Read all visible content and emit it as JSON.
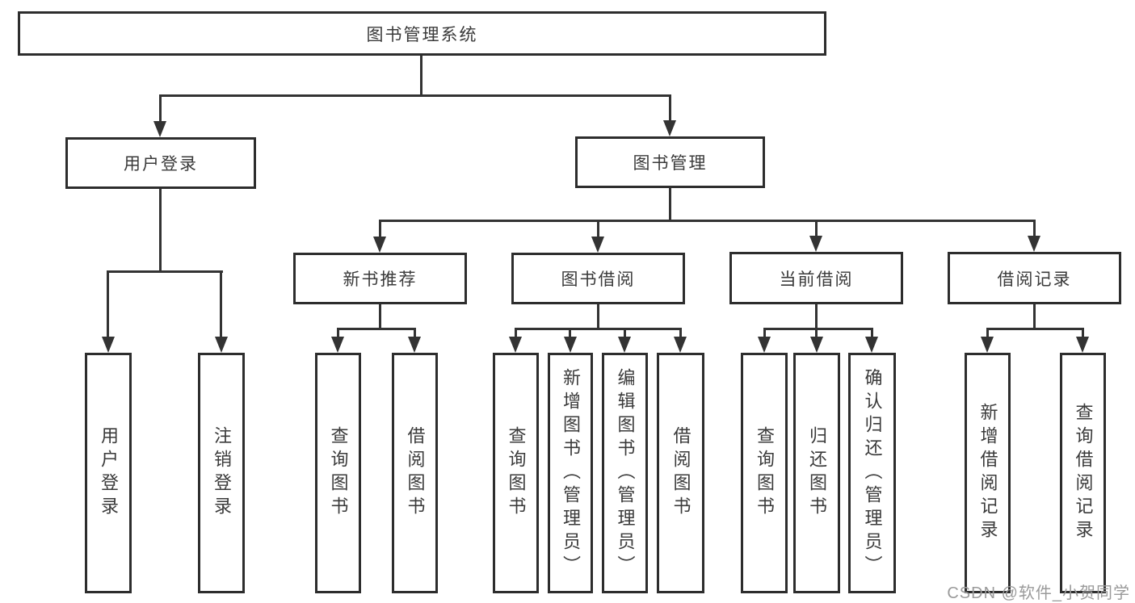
{
  "diagram": {
    "title": "图书管理系统",
    "level2": {
      "user_login": {
        "label": "用户登录",
        "children": {
          "login": "用户登录",
          "logout": "注销登录"
        }
      },
      "book_management": {
        "label": "图书管理"
      }
    },
    "level3": {
      "new_book": {
        "label": "新书推荐",
        "children": {
          "query": "查询图书",
          "borrow": "借阅图书"
        }
      },
      "book_borrow": {
        "label": "图书借阅",
        "children": {
          "query": "查询图书",
          "add": "新增图书（管理员）",
          "edit": "编辑图书（管理员）",
          "borrow": "借阅图书"
        }
      },
      "current_borrow": {
        "label": "当前借阅",
        "children": {
          "query": "查询图书",
          "return": "归还图书",
          "confirm": "确认归还（管理员）"
        }
      },
      "borrow_record": {
        "label": "借阅记录",
        "children": {
          "add": "新增借阅记录",
          "query": "查询借阅记录"
        }
      }
    }
  },
  "watermark": {
    "text": "CSDN @软件_小贺同学"
  },
  "colors": {
    "line": "#333333",
    "box_border": "#2d2d2d",
    "text": "#3a3a3a",
    "watermark": "#9a9a9a",
    "background": "#ffffff"
  }
}
